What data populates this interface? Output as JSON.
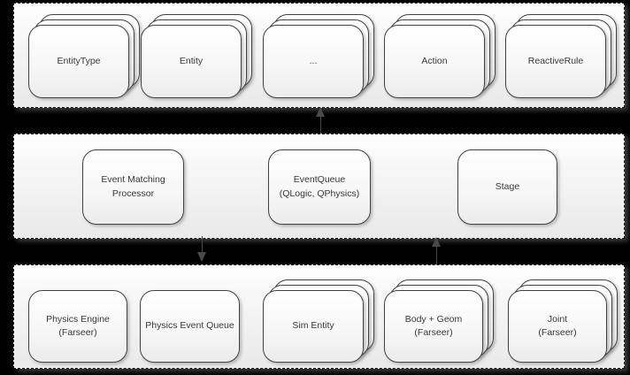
{
  "diagram": {
    "background_color": "#000000",
    "band_border_color": "#161616",
    "card_border_color": "#414141",
    "arrow_color": "#4a4a4a",
    "bands": [
      {
        "name": "entity-layer",
        "nodes": [
          {
            "label": "EntityType",
            "stacked": true
          },
          {
            "label": "Entity",
            "stacked": true
          },
          {
            "label": "...",
            "stacked": true
          },
          {
            "label": "Action",
            "stacked": true
          },
          {
            "label": "ReactiveRule",
            "stacked": true
          }
        ]
      },
      {
        "name": "engine-layer",
        "nodes": [
          {
            "label": "Event Matching\nProcessor",
            "stacked": false
          },
          {
            "label": "EventQueue\n(QLogic, QPhysics)",
            "stacked": false
          },
          {
            "label": "Stage",
            "stacked": false
          }
        ]
      },
      {
        "name": "physics-layer",
        "nodes": [
          {
            "label": "Physics Engine\n(Farseer)",
            "stacked": false
          },
          {
            "label": "Physics Event Queue",
            "stacked": false
          },
          {
            "label": "Sim Entity",
            "stacked": true
          },
          {
            "label": "Body + Geom\n(Farseer)",
            "stacked": true
          },
          {
            "label": "Joint\n(Farseer)",
            "stacked": true
          }
        ]
      }
    ],
    "arrows": [
      {
        "name": "engine-to-entity-layer",
        "direction": "up"
      },
      {
        "name": "engine-to-physics-layer",
        "direction": "down"
      },
      {
        "name": "physics-to-engine-layer",
        "direction": "up"
      }
    ]
  }
}
